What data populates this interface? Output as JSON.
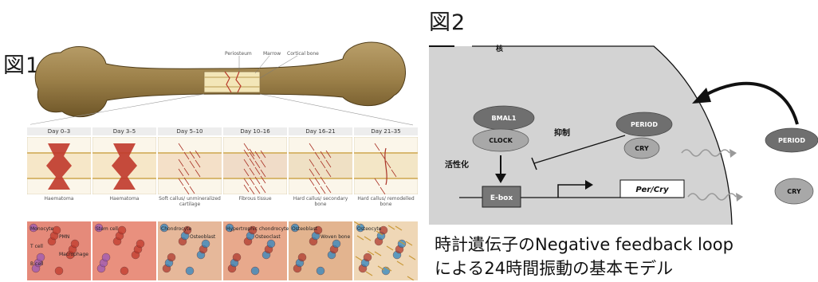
{
  "fig1": {
    "label": "図1",
    "bone_labels": {
      "periosteum": "Periosteum",
      "marrow": "Marrow",
      "cortical": "Cortical bone"
    },
    "stages": [
      {
        "day": "Day 0–3",
        "stage": "Haematoma",
        "cells": [
          "Monocyte",
          "PMN",
          "T cell",
          "Macrophage",
          "B cell"
        ]
      },
      {
        "day": "Day 3–5",
        "stage": "Haematoma",
        "cells": [
          "Stem cell"
        ]
      },
      {
        "day": "Day 5–10",
        "stage": "Soft callus/ unmineralized cartilage",
        "cells": [
          "Chondrocyte",
          "Osteoblast"
        ]
      },
      {
        "day": "Day 10–16",
        "stage": "Fibrous tissue",
        "cells": [
          "Hypertrophic chondrocyte",
          "Osteoclast"
        ]
      },
      {
        "day": "Day 16–21",
        "stage": "Hard callus/ secondary bone",
        "cells": [
          "Osteoblast",
          "Woven bone"
        ]
      },
      {
        "day": "Day 21–35",
        "stage": "Hard callus/ remodelled bone",
        "cells": [
          "Osteocyte"
        ]
      }
    ]
  },
  "fig2": {
    "label": "図2",
    "nucleus_label": "核",
    "bmal1": "BMAL1",
    "clock": "CLOCK",
    "period_in": "PERIOD",
    "cry_in": "CRY",
    "period_out": "PERIOD",
    "cry_out": "CRY",
    "repress_label": "抑制",
    "activate_label": "活性化",
    "ebox": "E-box",
    "gene": "Per/Cry",
    "caption_line1": "時計遺伝子のNegative feedback loop",
    "caption_line2": "による24時間振動の基本モデル",
    "colors": {
      "nucleus": "#d3d3d3",
      "protein_dark": "#6f6f6f",
      "protein_light": "#a8a8a8",
      "ebox": "#777777"
    }
  }
}
